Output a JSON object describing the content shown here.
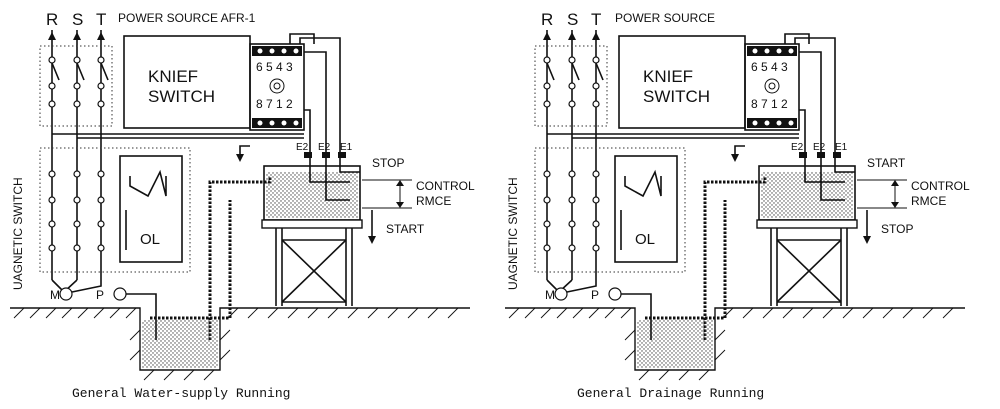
{
  "panels": [
    {
      "id": "left",
      "phases": [
        "R",
        "S",
        "T"
      ],
      "power_source_label": "POWER SOURCE AFR-1",
      "knife_switch_label": [
        "KNIEF",
        "SWITCH"
      ],
      "relay_top_pins": "6 5 4 3",
      "relay_bottom_pins": "8 7 1 2",
      "terminals": [
        "E2",
        "E2",
        "E1"
      ],
      "upper_level_label": "STOP",
      "control_label": [
        "CONTROL",
        "RMCE"
      ],
      "lower_level_label": "START",
      "magnetic_switch_label": "UAGNETIC SWITCH",
      "overload_label": "OL",
      "motor_label": "M",
      "pump_label": "P",
      "caption": "General Water-supply Running"
    },
    {
      "id": "right",
      "phases": [
        "R",
        "S",
        "T"
      ],
      "power_source_label": "POWER SOURCE",
      "knife_switch_label": [
        "KNIEF",
        "SWITCH"
      ],
      "relay_top_pins": "6 5 4 3",
      "relay_bottom_pins": "8 7 1 2",
      "terminals": [
        "E2",
        "E2",
        "E1"
      ],
      "upper_level_label": "START",
      "control_label": [
        "CONTROL",
        "RMCE"
      ],
      "lower_level_label": "STOP",
      "magnetic_switch_label": "UAGNETIC SWITCH",
      "overload_label": "OL",
      "motor_label": "M",
      "pump_label": "P",
      "caption": "General Drainage Running"
    }
  ]
}
